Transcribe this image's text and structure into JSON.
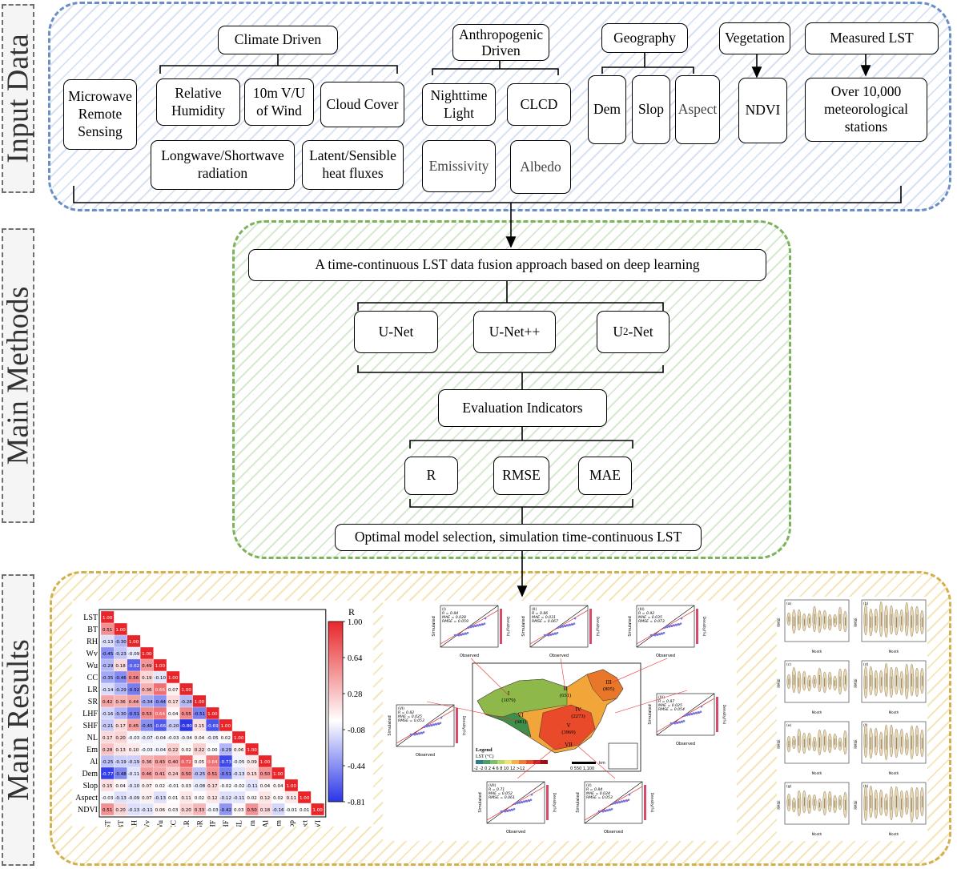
{
  "sections": {
    "input": "Input Data",
    "methods": "Main Methods",
    "results": "Main Results"
  },
  "input_data": {
    "climate_driven": "Climate Driven",
    "microwave": "Microwave Remote Sensing",
    "relative_humidity": "Relative Humidity",
    "wind": "10m V/U of Wind",
    "cloud_cover": "Cloud Cover",
    "radiation": "Longwave/Shortwave radiation",
    "heat_fluxes": "Latent/Sensible heat fluxes",
    "anthropogenic": "Anthropogenic Driven",
    "nighttime_light": "Nighttime Light",
    "clcd": "CLCD",
    "emissivity": "Emissivity",
    "albedo": "Albedo",
    "geography": "Geography",
    "dem": "Dem",
    "slop": "Slop",
    "aspect": "Aspect",
    "vegetation": "Vegetation",
    "ndvi": "NDVI",
    "measured_lst": "Measured LST",
    "stations": "Over 10,000 meteorological stations"
  },
  "methods": {
    "approach": "A time-continuous LST data fusion approach based on deep learning",
    "unet": "U-Net",
    "unetpp": "U-Net++",
    "u2net_base": "U",
    "u2net_sup": "2",
    "u2net_rest": "-Net",
    "evaluation": "Evaluation Indicators",
    "r": "R",
    "rmse": "RMSE",
    "mae": "MAE",
    "optimal": "Optimal model selection, simulation time-continuous LST"
  },
  "chart_data": {
    "type": "heatmap",
    "title": "",
    "colorbar_label": "R",
    "colorbar_ticks": [
      "1.00",
      "0.64",
      "0.28",
      "-0.08",
      "-0.44",
      "-0.81"
    ],
    "colors": {
      "high": "#e8262a",
      "mid": "#ffffff",
      "low": "#2a35e8"
    },
    "variables": [
      "LST",
      "BT",
      "RH",
      "Wv",
      "Wu",
      "CC",
      "LR",
      "SR",
      "LHF",
      "SHF",
      "NL",
      "Em",
      "Al",
      "Dem",
      "Slop",
      "Aspect",
      "NDVI"
    ],
    "rows": [
      [
        "1.00"
      ],
      [
        "0.51",
        "1.00"
      ],
      [
        "-0.13",
        "-0.30",
        "1.00"
      ],
      [
        "-0.45",
        "-0.23",
        "-0.09",
        "1.00"
      ],
      [
        "-0.29",
        "0.18",
        "-0.62",
        "0.49",
        "1.00"
      ],
      [
        "-0.35",
        "-0.46",
        "0.56",
        "0.19",
        "-0.10",
        "1.00"
      ],
      [
        "-0.14",
        "-0.29",
        "-0.52",
        "0.36",
        "0.66",
        "0.07",
        "1.00"
      ],
      [
        "0.42",
        "0.36",
        "0.44",
        "-0.34",
        "-0.44",
        "0.17",
        "-0.28",
        "1.00"
      ],
      [
        "-0.16",
        "-0.30",
        "-0.51",
        "0.53",
        "0.64",
        "0.04",
        "0.55",
        "-0.51",
        "1.00"
      ],
      [
        "-0.21",
        "0.17",
        "0.45",
        "-0.45",
        "-0.66",
        "-0.20",
        "-0.80",
        "0.15",
        "-0.69",
        "1.00"
      ],
      [
        "0.17",
        "0.20",
        "-0.03",
        "-0.07",
        "-0.04",
        "-0.03",
        "-0.04",
        "0.04",
        "-0.05",
        "0.02",
        "1.00"
      ],
      [
        "0.28",
        "0.13",
        "0.10",
        "-0.03",
        "-0.04",
        "0.22",
        "0.02",
        "0.22",
        "0.00",
        "-0.29",
        "0.06",
        "1.00"
      ],
      [
        "-0.25",
        "-0.19",
        "-0.19",
        "0.36",
        "0.43",
        "0.40",
        "0.72",
        "0.05",
        "0.64",
        "-0.73",
        "-0.05",
        "0.09",
        "1.00"
      ],
      [
        "-0.77",
        "-0.48",
        "-0.11",
        "0.46",
        "0.41",
        "0.24",
        "0.50",
        "-0.25",
        "0.51",
        "-0.51",
        "-0.13",
        "0.15",
        "0.50",
        "1.00"
      ],
      [
        "0.15",
        "0.04",
        "-0.10",
        "0.07",
        "0.02",
        "-0.01",
        "0.03",
        "-0.08",
        "0.17",
        "-0.02",
        "-0.02",
        "-0.11",
        "0.04",
        "0.04",
        "1.00"
      ],
      [
        "-0.03",
        "-0.13",
        "-0.09",
        "0.07",
        "-0.13",
        "0.01",
        "0.11",
        "0.02",
        "0.12",
        "-0.12",
        "-0.11",
        "0.02",
        "0.12",
        "0.02",
        "0.11",
        "1.00"
      ],
      [
        "0.51",
        "0.20",
        "-0.13",
        "-0.11",
        "0.06",
        "0.03",
        "0.20",
        "0.33",
        "-0.03",
        "-0.42",
        "0.03",
        "0.50",
        "0.18",
        "-0.16",
        "-0.01",
        "0.01",
        "1.00"
      ]
    ]
  },
  "results_map": {
    "regions": [
      {
        "label": "I",
        "count": "(1079)"
      },
      {
        "label": "II",
        "count": "(651)"
      },
      {
        "label": "III",
        "count": "(805)"
      },
      {
        "label": "IV",
        "count": "(2273)"
      },
      {
        "label": "V",
        "count": "(3969)"
      },
      {
        "label": "VI",
        "count": "(981)"
      },
      {
        "label": "VII",
        "count": ""
      }
    ],
    "legend_title": "Legend",
    "legend_unit": "LST (°C)",
    "legend_ticks": "-2 -2  0   2   4   6   8  10  12 >12",
    "scale": "0   550  1,100",
    "scale_unit": "km",
    "scatter_plots": [
      {
        "id": "(I)",
        "r": "R = 0.84",
        "mae": "MAE = 0.028",
        "rmse": "RMSE = 0.059"
      },
      {
        "id": "(II)",
        "r": "R = 0.86",
        "mae": "MAE = 0.031",
        "rmse": "RMSE = 0.067"
      },
      {
        "id": "(III)",
        "r": "R = 0.92",
        "mae": "MAE = 0.035",
        "rmse": "RMSE = 0.073"
      },
      {
        "id": "(IV)",
        "r": "R = 0.87",
        "mae": "MAE = 0.025",
        "rmse": "RMSE = 0.054"
      },
      {
        "id": "(VI)",
        "r": "R = 0.82",
        "mae": "MAE = 0.025",
        "rmse": "RMSE = 0.053"
      },
      {
        "id": "(VII)",
        "r": "R = 0.71",
        "mae": "MAE = 0.052",
        "rmse": "RMSE = 0.061"
      },
      {
        "id": "(V)",
        "r": "R = 0.84",
        "mae": "MAE = 0.024",
        "rmse": "RMSE = 0.053"
      }
    ],
    "x_axis": "Observed",
    "y_axis": "Simulated",
    "density": "Density(%)"
  },
  "violin_panels": {
    "y_axis": "RMSE",
    "x_axis": "Month",
    "panels": [
      "(a)",
      "(b)",
      "(c)",
      "(d)",
      "(e)",
      "(f)",
      "(g)",
      "(h)"
    ]
  }
}
